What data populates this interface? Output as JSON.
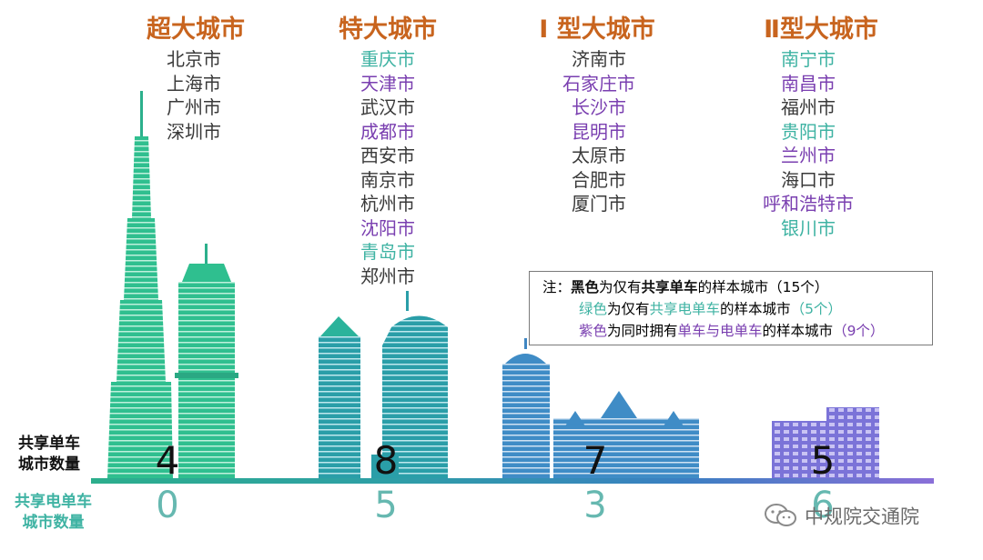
{
  "columns": [
    {
      "title": "超大城市",
      "cities": [
        {
          "name": "北京市",
          "type": "black"
        },
        {
          "name": "上海市",
          "type": "black"
        },
        {
          "name": "广州市",
          "type": "black"
        },
        {
          "name": "深圳市",
          "type": "black"
        }
      ],
      "bike_count": "4",
      "ebike_count": "0"
    },
    {
      "title": "特大城市",
      "cities": [
        {
          "name": "重庆市",
          "type": "green"
        },
        {
          "name": "天津市",
          "type": "purple"
        },
        {
          "name": "武汉市",
          "type": "black"
        },
        {
          "name": "成都市",
          "type": "purple"
        },
        {
          "name": "西安市",
          "type": "black"
        },
        {
          "name": "南京市",
          "type": "black"
        },
        {
          "name": "杭州市",
          "type": "black"
        },
        {
          "name": "沈阳市",
          "type": "purple"
        },
        {
          "name": "青岛市",
          "type": "green"
        },
        {
          "name": "郑州市",
          "type": "black"
        }
      ],
      "bike_count": "8",
      "ebike_count": "5"
    },
    {
      "title": "Ⅰ 型大城市",
      "cities": [
        {
          "name": "济南市",
          "type": "black"
        },
        {
          "name": "石家庄市",
          "type": "purple"
        },
        {
          "name": "长沙市",
          "type": "purple"
        },
        {
          "name": "昆明市",
          "type": "purple"
        },
        {
          "name": "太原市",
          "type": "black"
        },
        {
          "name": "合肥市",
          "type": "black"
        },
        {
          "name": "厦门市",
          "type": "black"
        }
      ],
      "bike_count": "7",
      "ebike_count": "3"
    },
    {
      "title": "Ⅱ型大城市",
      "cities": [
        {
          "name": "南宁市",
          "type": "green"
        },
        {
          "name": "南昌市",
          "type": "purple"
        },
        {
          "name": "福州市",
          "type": "black"
        },
        {
          "name": "贵阳市",
          "type": "green"
        },
        {
          "name": "兰州市",
          "type": "purple"
        },
        {
          "name": "海口市",
          "type": "black"
        },
        {
          "name": "呼和浩特市",
          "type": "purple"
        },
        {
          "name": "银川市",
          "type": "green"
        }
      ],
      "bike_count": "5",
      "ebike_count": "6"
    }
  ],
  "row_labels": {
    "bike_line1": "共享单车",
    "bike_line2": "城市数量",
    "ebike_line1": "共享电单车",
    "ebike_line2": "城市数量"
  },
  "note": {
    "prefix": "注：",
    "line1": {
      "colored": "黑色",
      "plain": "为仅有",
      "bold": "共享单车",
      "rest": "的样本城市",
      "count": "（15个）"
    },
    "line2": {
      "colored": "绿色",
      "plain": "为仅有",
      "bold": "共享电单车",
      "rest": "的样本城市",
      "count": "（5个）"
    },
    "line3": {
      "colored": "紫色",
      "plain": "为同时拥有",
      "bold": "单车与电单车",
      "rest": "的样本城市",
      "count": "（9个）"
    }
  },
  "colors": {
    "black": "#3a3a3a",
    "green": "#3fb3a3",
    "purple": "#7a3fb0",
    "title": "#c8641e",
    "building_green": "#2bb58a",
    "building_teal": "#2c9aa6",
    "building_blue": "#3f86c2",
    "building_purple": "#7b6fd6"
  },
  "watermark": "中规院交通院"
}
